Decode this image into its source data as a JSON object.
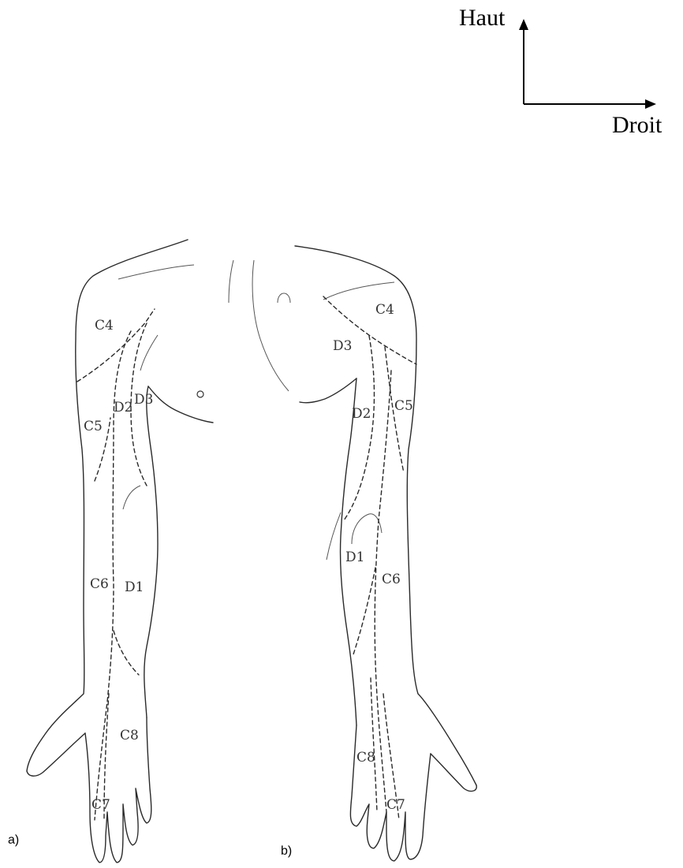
{
  "orientation": {
    "up_label": "Haut",
    "right_label": "Droit"
  },
  "panels": {
    "a": "a)",
    "b": "b)"
  },
  "dermatomes_a": {
    "c4": "C4",
    "c5": "C5",
    "d2": "D2",
    "d3": "D3",
    "c6": "C6",
    "d1": "D1",
    "c8": "C8",
    "c7": "C7"
  },
  "dermatomes_b": {
    "c4": "C4",
    "d3": "D3",
    "d2": "D2",
    "c5": "C5",
    "d1": "D1",
    "c6": "C6",
    "c8": "C8",
    "c7": "C7"
  }
}
